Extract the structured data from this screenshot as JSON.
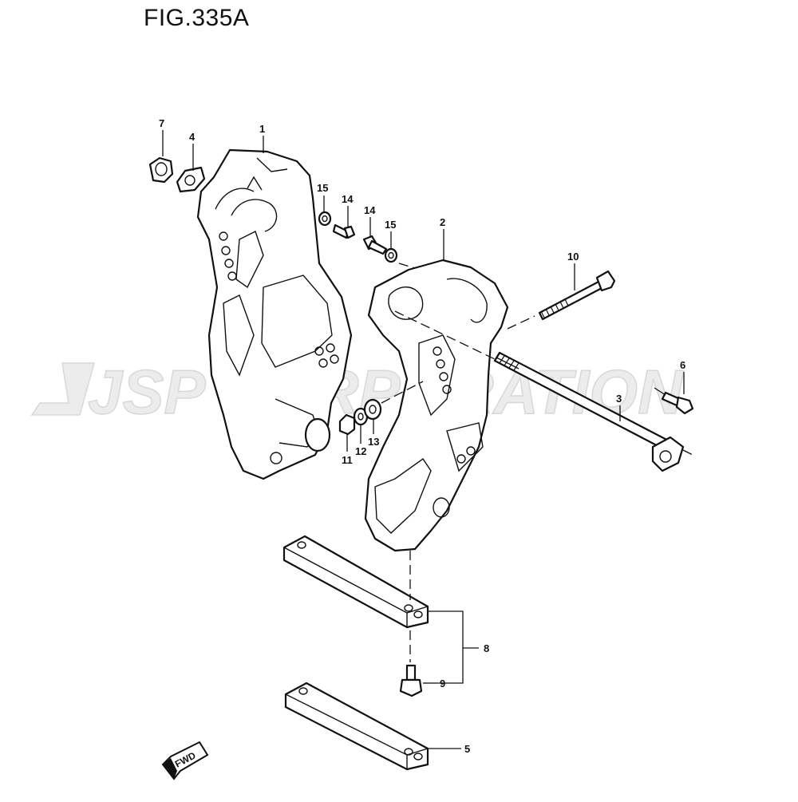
{
  "figure": {
    "title": "FIG.335A",
    "watermark": "JSP CORPORATION",
    "direction_badge": "FWD"
  },
  "callouts": [
    "1",
    "2",
    "3",
    "4",
    "5",
    "6",
    "7",
    "8",
    "9",
    "10",
    "11",
    "12",
    "13",
    "14",
    "14",
    "15",
    "15"
  ],
  "colors": {
    "line": "#111111",
    "watermark": "#e6e6e6",
    "background": "#ffffff"
  }
}
